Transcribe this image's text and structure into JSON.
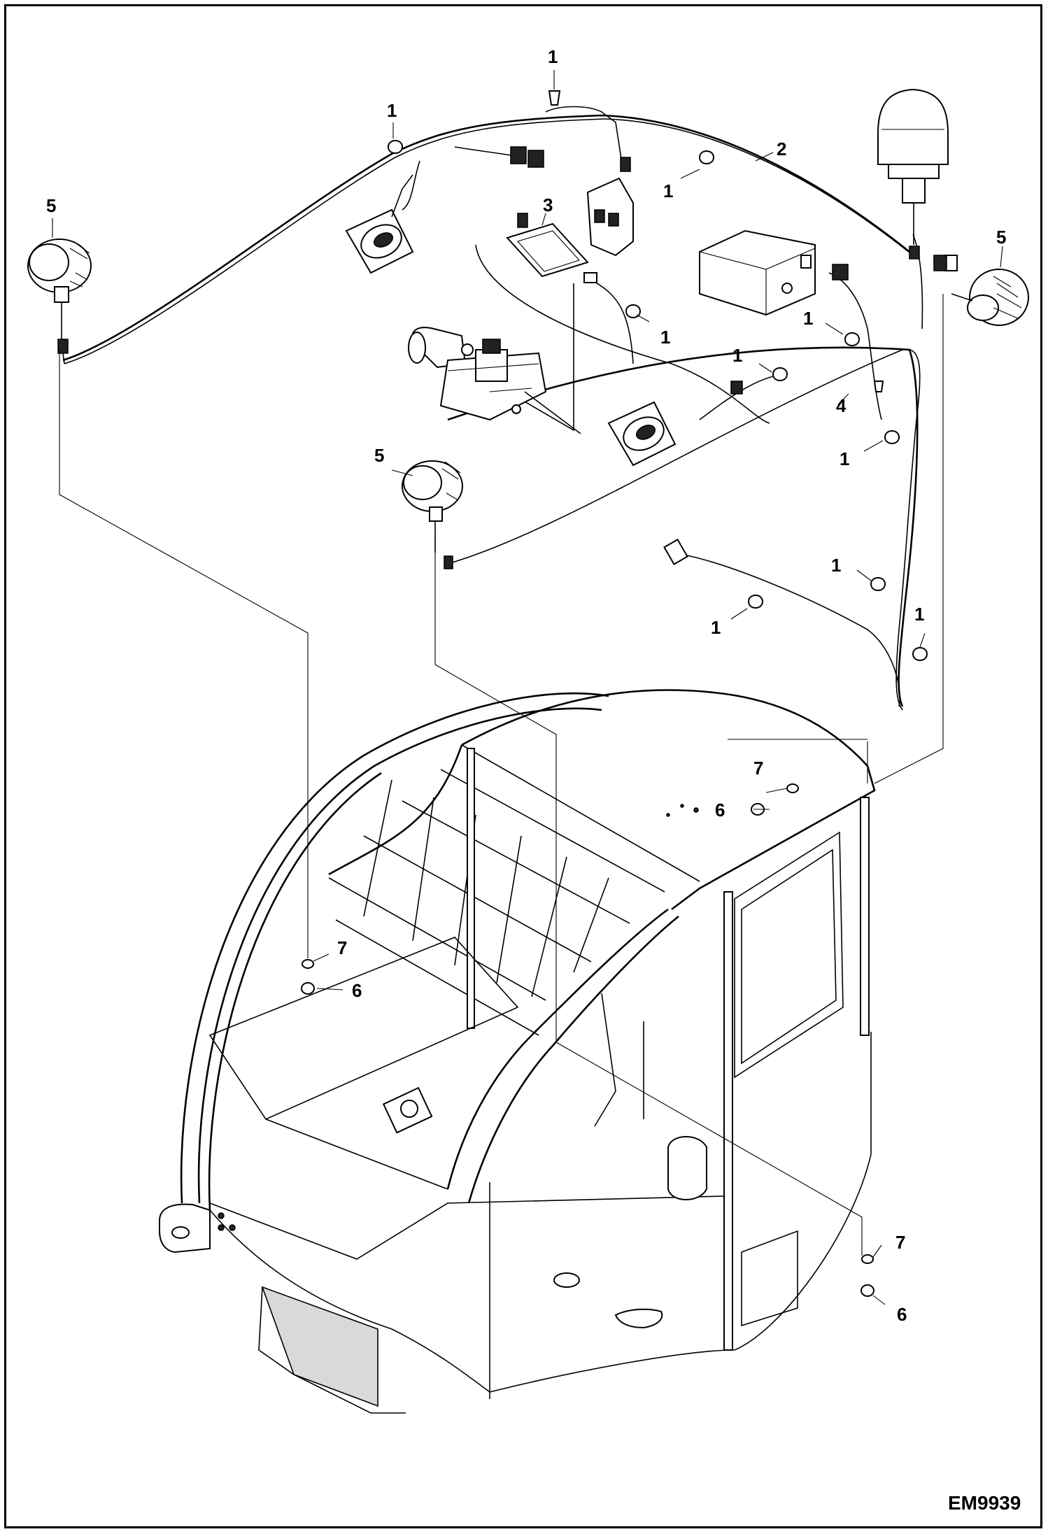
{
  "figure": {
    "code": "EM9939"
  },
  "callouts": [
    {
      "id": "c1a",
      "label": "1"
    },
    {
      "id": "c1b",
      "label": "1"
    },
    {
      "id": "c1c",
      "label": "1"
    },
    {
      "id": "c1d",
      "label": "1"
    },
    {
      "id": "c1e",
      "label": "1"
    },
    {
      "id": "c1f",
      "label": "1"
    },
    {
      "id": "c1g",
      "label": "1"
    },
    {
      "id": "c1h",
      "label": "1"
    },
    {
      "id": "c1i",
      "label": "1"
    },
    {
      "id": "c1j",
      "label": "1"
    },
    {
      "id": "c2",
      "label": "2"
    },
    {
      "id": "c3",
      "label": "3"
    },
    {
      "id": "c4",
      "label": "4"
    },
    {
      "id": "c5a",
      "label": "5"
    },
    {
      "id": "c5b",
      "label": "5"
    },
    {
      "id": "c5c",
      "label": "5"
    },
    {
      "id": "c6a",
      "label": "6"
    },
    {
      "id": "c6b",
      "label": "6"
    },
    {
      "id": "c6c",
      "label": "6"
    },
    {
      "id": "c7a",
      "label": "7"
    },
    {
      "id": "c7b",
      "label": "7"
    },
    {
      "id": "c7c",
      "label": "7"
    }
  ]
}
